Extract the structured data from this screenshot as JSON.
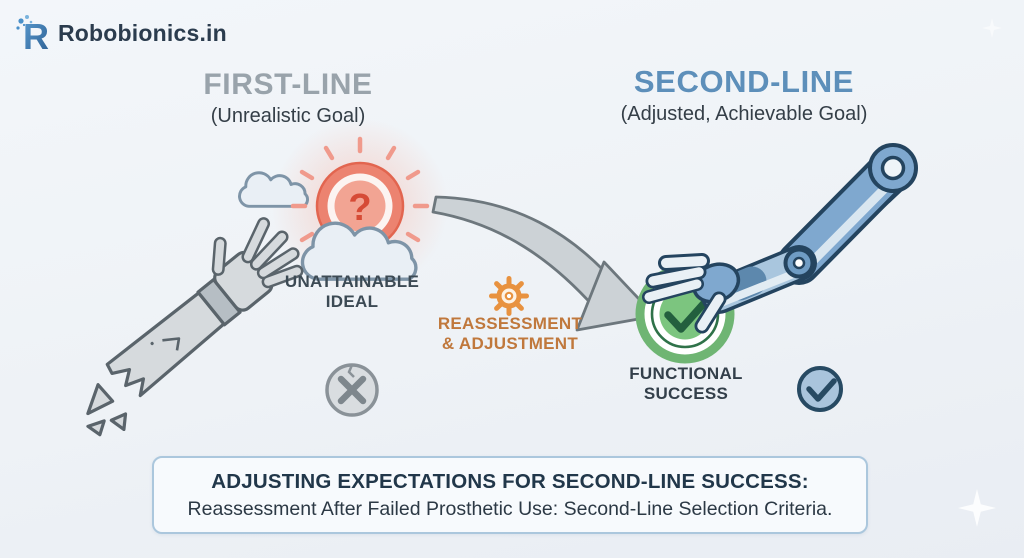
{
  "logo": {
    "monogram": "R",
    "text": "Robobionics.in"
  },
  "first_line": {
    "title": "FIRST-LINE",
    "subtitle": "(Unrealistic Goal)",
    "sun_mark": "?",
    "ideal_label_line1": "UNATTAINABLE",
    "ideal_label_line2": "IDEAL"
  },
  "transition": {
    "label_line1": "REASSESSMENT",
    "label_line2": "& ADJUSTMENT"
  },
  "second_line": {
    "title": "SECOND-LINE",
    "subtitle": "(Adjusted, Achievable Goal)",
    "success_label_line1": "FUNCTIONAL",
    "success_label_line2": "SUCCESS"
  },
  "banner": {
    "title": "ADJUSTING EXPECTATIONS FOR SECOND-LINE SUCCESS:",
    "subtitle": "Reassessment After Failed Prosthetic Use: Second-Line Selection Criteria."
  },
  "icons": {
    "logo": "robobionics-r-monogram with sparkle dots",
    "sun_target": "red ringed sun circle with question mark",
    "clouds": "light clouds",
    "broken_arm": "shattered gray prosthetic arm",
    "fail_circle": "cracked gray circle with x mark",
    "transition_arrow": "gray curved swoosh arrow",
    "gear": "orange gear",
    "success_target": "green ringed circle with check mark",
    "robot_arm": "blue bionic robot arm",
    "approve_circle": "blue circle with check mark",
    "sparkle": "four point star"
  },
  "colors": {
    "background": "#eef2f7",
    "brand_navy": "#2b3c4e",
    "brand_blue": "#4a90c9",
    "first_title_gray": "#99a3ab",
    "second_title_blue": "#5d8fba",
    "unattainable_red": "#ec8370",
    "question_red": "#d64b36",
    "reassessment_orange": "#c0783c",
    "gear_orange": "#e8923f",
    "success_green": "#6fb573",
    "success_green_light": "#7cc57f",
    "arrow_gray": "#ccd2d6",
    "robot_blue": "#7fa8cf",
    "banner_border": "#abc7dd",
    "banner_text": "#21374a"
  }
}
